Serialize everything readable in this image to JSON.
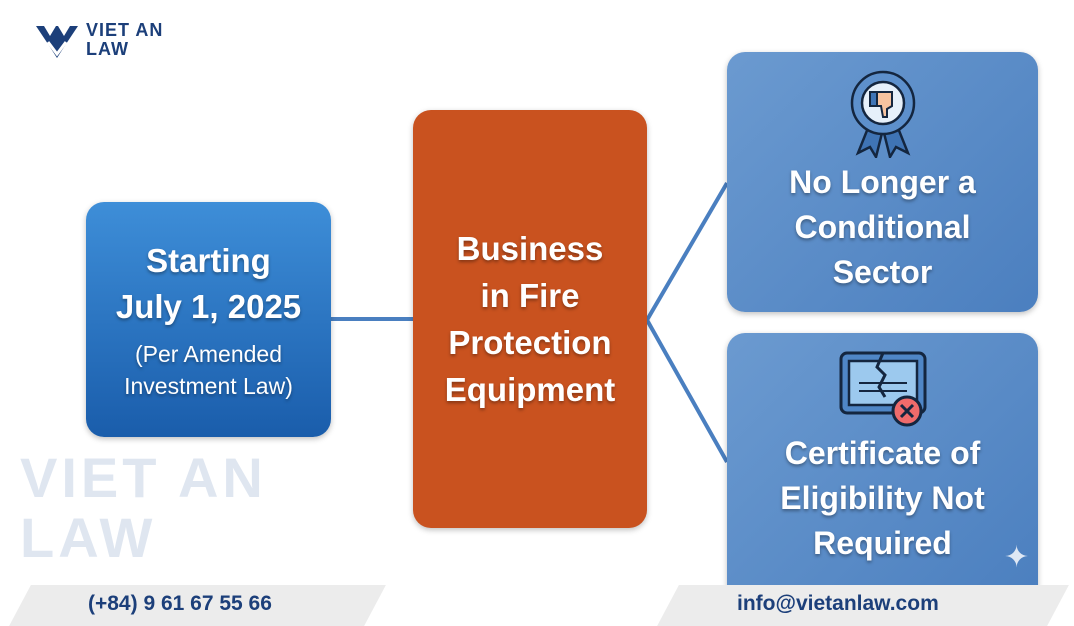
{
  "logo": {
    "line1": "VIET AN",
    "line2": "LAW"
  },
  "watermark": "VIET AN LAW",
  "start": {
    "title_line1": "Starting",
    "title_line2": "July 1, 2025",
    "note_line1": "(Per Amended",
    "note_line2": "Investment Law)"
  },
  "center": {
    "lines": [
      "Business",
      "in Fire",
      "Protection",
      "Equipment"
    ]
  },
  "outcome1": {
    "icon": "thumbs-down-badge-icon",
    "lines": [
      "No Longer a",
      "Conditional",
      "Sector"
    ]
  },
  "outcome2": {
    "icon": "broken-certificate-icon",
    "lines": [
      "Certificate of",
      "Eligibility Not",
      "Required"
    ]
  },
  "footer": {
    "phone": "(+84) 9 61 67 55 66",
    "email": "info@vietanlaw.com"
  },
  "colors": {
    "blue": "#1a5dab",
    "orange": "#c9521f",
    "steel": "#5a8cc8",
    "navy": "#1c3f7a"
  }
}
